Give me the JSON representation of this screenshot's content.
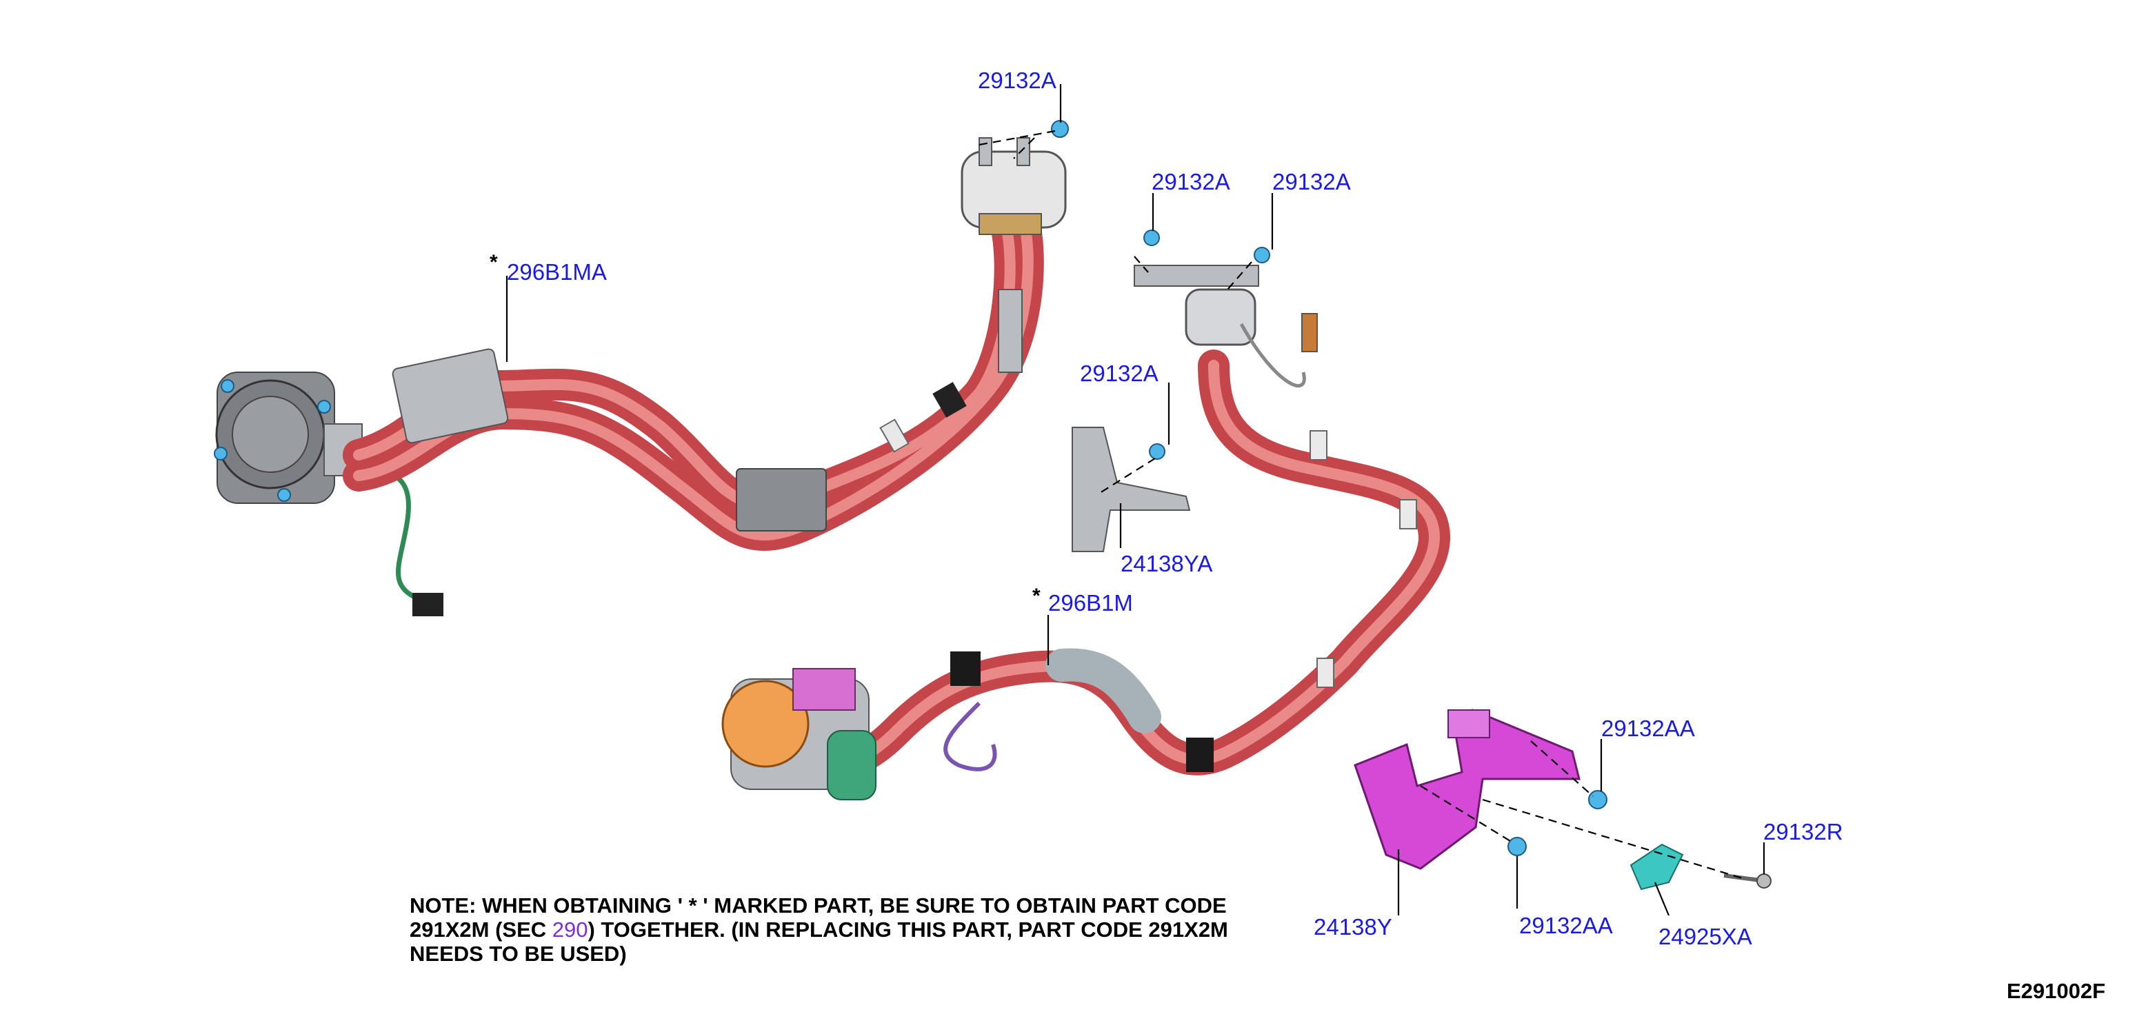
{
  "callouts": {
    "c_29132A_top": "29132A",
    "c_296B1MA": "296B1MA",
    "c_29132A_mid1": "29132A",
    "c_29132A_mid2": "29132A",
    "c_29132A_bracket": "29132A",
    "c_24138YA": "24138YA",
    "c_296B1M": "296B1M",
    "c_29132AA_upper": "29132AA",
    "c_29132R": "29132R",
    "c_24138Y": "24138Y",
    "c_29132AA_lower": "29132AA",
    "c_24925XA": "24925XA"
  },
  "markers": {
    "star": "*"
  },
  "note": {
    "part1": "NOTE: WHEN OBTAINING ' * ' MARKED PART, BE SURE TO OBTAIN PART CODE 291X2M (SEC ",
    "sec_link": "290",
    "part2": ") TOGETHER. (IN REPLACING THIS PART, PART CODE 291X2M NEEDS TO BE USED)"
  },
  "figure_id": "E291002F",
  "colors": {
    "callout": "#1a1ae6",
    "cable_red": "#c4464a",
    "bracket_magenta": "#d44ad6",
    "connector_orange": "#f0a050",
    "clip_cyan": "#3cc7c2",
    "bolt_blue": "#4fb7e8"
  }
}
